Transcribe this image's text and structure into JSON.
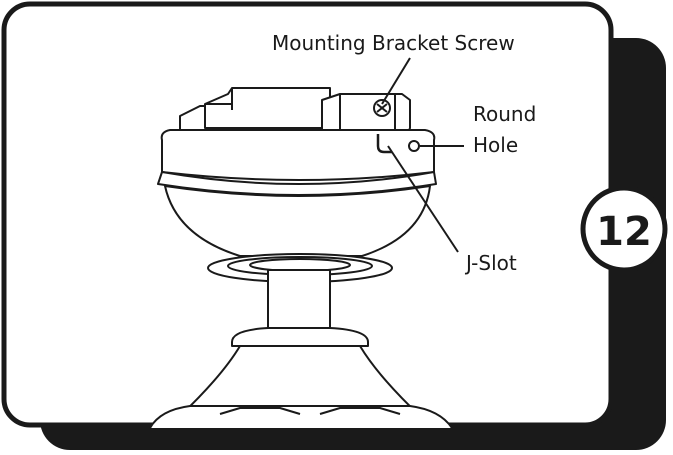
{
  "labels": {
    "mounting_bracket_screw": "Mounting Bracket Screw",
    "round_hole_line1": "Round",
    "round_hole_line2": "Hole",
    "j_slot": "J-Slot"
  },
  "step_number": "12",
  "colors": {
    "ink": "#1a1a1a",
    "shadow_panel": "#1a1a1a",
    "paper": "#ffffff"
  }
}
